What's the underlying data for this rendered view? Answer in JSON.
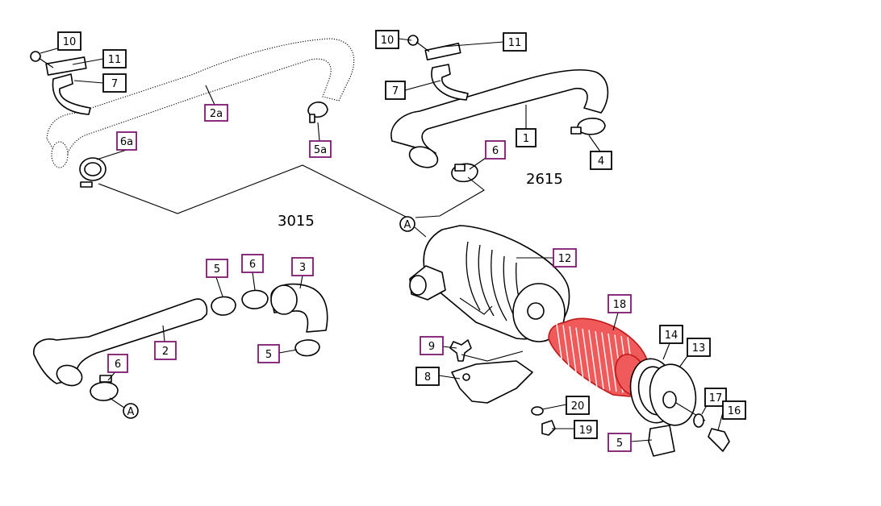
{
  "colors": {
    "ink": "#000000",
    "background": "#ffffff",
    "callout_border": "#000000",
    "callout_highlight_border": "#7b1a6d",
    "highlight_part_fill": "#f05a5a",
    "highlight_part_stroke": "#c01818"
  },
  "model_labels": {
    "model_2615": "2615",
    "model_3015": "3015"
  },
  "connector": {
    "label": "A"
  },
  "callouts": {
    "c10_top_left": "10",
    "c11_top_left": "11",
    "c7_top_left": "7",
    "c2a": "2a",
    "c6a": "6a",
    "c5a": "5a",
    "c10_top_right": "10",
    "c11_top_right": "11",
    "c7_top_right": "7",
    "c1": "1",
    "c4": "4",
    "c6_top_right": "6",
    "c12": "12",
    "c18": "18",
    "c14": "14",
    "c13": "13",
    "c9": "9",
    "c8": "8",
    "c20": "20",
    "c19": "19",
    "c17": "17",
    "c16": "16",
    "c5_bottom_right": "5",
    "c5_left_clamp": "5",
    "c6_left_clamp": "6",
    "c3": "3",
    "c5_hose3": "5",
    "c2": "2",
    "c6_bottom_left": "6"
  }
}
